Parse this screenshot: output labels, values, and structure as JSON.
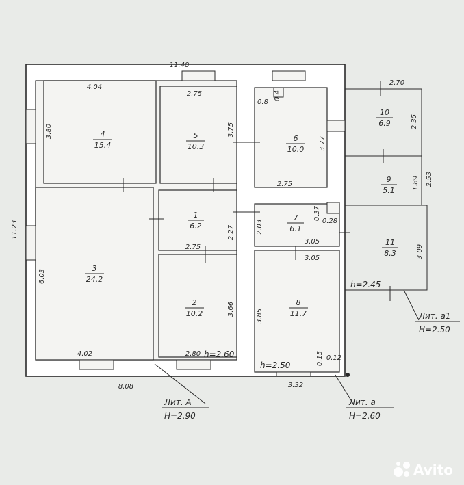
{
  "rooms": [
    {
      "id": "4",
      "number": "4",
      "area": "15.4"
    },
    {
      "id": "5",
      "number": "5",
      "area": "10.3"
    },
    {
      "id": "6",
      "number": "6",
      "area": "10.0"
    },
    {
      "id": "10",
      "number": "10",
      "area": "6.9"
    },
    {
      "id": "9",
      "number": "9",
      "area": "5.1"
    },
    {
      "id": "1",
      "number": "1",
      "area": "6.2"
    },
    {
      "id": "7",
      "number": "7",
      "area": "6.1"
    },
    {
      "id": "11",
      "number": "11",
      "area": "8.3"
    },
    {
      "id": "3",
      "number": "3",
      "area": "24.2"
    },
    {
      "id": "2",
      "number": "2",
      "area": "10.2"
    },
    {
      "id": "8",
      "number": "8",
      "area": "11.7"
    }
  ],
  "dimensions": [
    "11.40",
    "4.04",
    "2.75",
    "0.8",
    "0.4",
    "2.70",
    "3.80",
    "3.75",
    "3.77",
    "2.35",
    "2.75",
    "1.89",
    "2.53",
    "11.23",
    "0.37",
    "0.28",
    "2.03",
    "2.27",
    "3.05",
    "3.05",
    "2.75",
    "3.09",
    "6.03",
    "3.66",
    "3.85",
    "0.15",
    "0.12",
    "4.02",
    "2.80",
    "3.32",
    "8.08"
  ],
  "heights": {
    "main": "h=2.60",
    "veranda": "h=2.50",
    "annex": "h=2.45"
  },
  "lit_labels": [
    {
      "name": "Лит. А",
      "height": "H=2.90"
    },
    {
      "name": "Лит. а",
      "height": "H=2.60"
    },
    {
      "name": "Лит. а1",
      "height": "H=2.50"
    }
  ],
  "watermark": {
    "text": "Avito",
    "icon": "avito-logo-icon"
  },
  "colors": {
    "paper": "#e9ebe8",
    "ink": "#2a2a2a"
  }
}
